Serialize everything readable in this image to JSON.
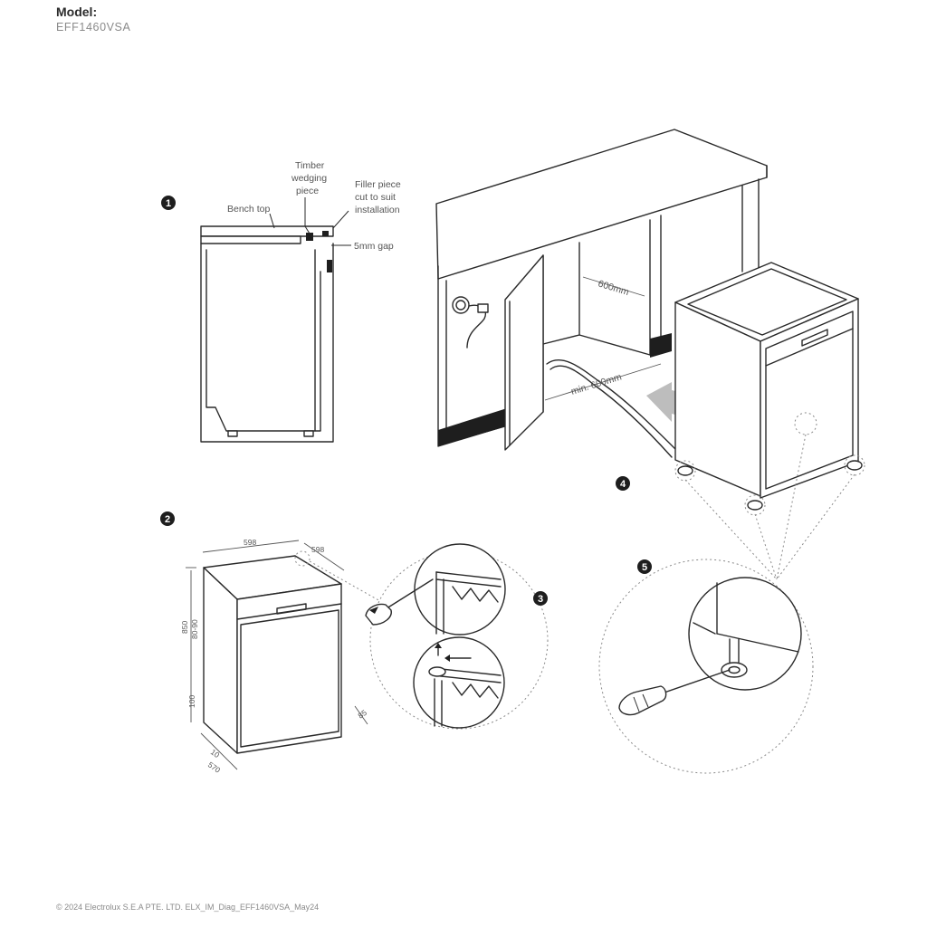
{
  "header": {
    "model_label": "Model:",
    "model_number": "EFF1460VSA"
  },
  "steps": [
    "1",
    "2",
    "3",
    "4",
    "5"
  ],
  "step1": {
    "bench_top": "Bench top",
    "timber_wedging": [
      "Timber",
      "wedging",
      "piece"
    ],
    "filler_piece": [
      "Filler piece",
      "cut to suit",
      "installation"
    ],
    "gap": "5mm gap"
  },
  "step2": {
    "width": "598",
    "depth": "598",
    "height": "850",
    "height_sub": "80-90",
    "plinth": "100",
    "foot_w": "10",
    "foot_d": "570",
    "side": "85"
  },
  "step4": {
    "opening_width": "600mm",
    "min_depth": "min. 600mm"
  },
  "footer": {
    "copyright": "© 2024 Electrolux S.E.A PTE. LTD. ELX_IM_Diag_EFF1460VSA_May24"
  }
}
